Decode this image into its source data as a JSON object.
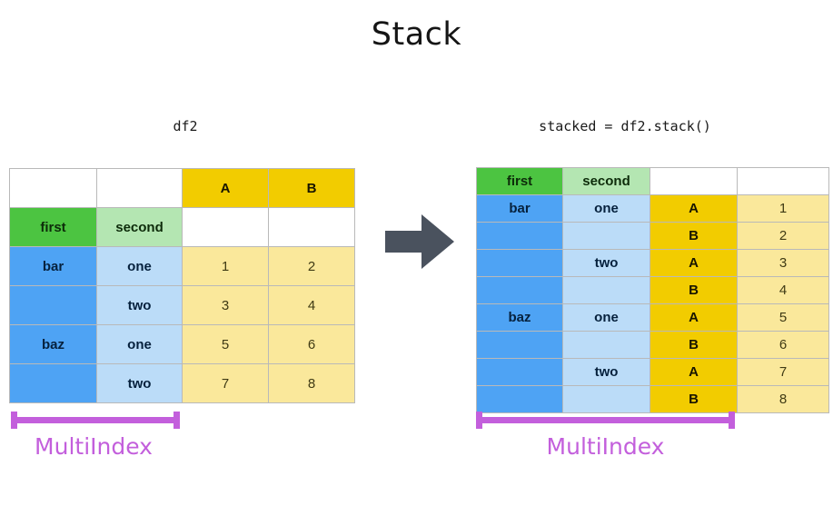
{
  "title": "Stack",
  "left_panel": {
    "caption": "df2",
    "multiindex_label": "MultiIndex",
    "table": {
      "header_cols": [
        "A",
        "B"
      ],
      "index_names": [
        "first",
        "second"
      ],
      "rows": [
        {
          "first": "bar",
          "second": "one",
          "values": [
            "1",
            "2"
          ]
        },
        {
          "first": "",
          "second": "two",
          "values": [
            "3",
            "4"
          ]
        },
        {
          "first": "baz",
          "second": "one",
          "values": [
            "5",
            "6"
          ]
        },
        {
          "first": "",
          "second": "two",
          "values": [
            "7",
            "8"
          ]
        }
      ]
    }
  },
  "right_panel": {
    "caption": "stacked = df2.stack()",
    "multiindex_label": "MultiIndex",
    "table": {
      "index_names": [
        "first",
        "second",
        "",
        ""
      ],
      "rows": [
        {
          "first": "bar",
          "second": "one",
          "col": "A",
          "value": "1"
        },
        {
          "first": "",
          "second": "",
          "col": "B",
          "value": "2"
        },
        {
          "first": "",
          "second": "two",
          "col": "A",
          "value": "3"
        },
        {
          "first": "",
          "second": "",
          "col": "B",
          "value": "4"
        },
        {
          "first": "baz",
          "second": "one",
          "col": "A",
          "value": "5"
        },
        {
          "first": "",
          "second": "",
          "col": "B",
          "value": "6"
        },
        {
          "first": "",
          "second": "two",
          "col": "A",
          "value": "7"
        },
        {
          "first": "",
          "second": "",
          "col": "B",
          "value": "8"
        }
      ]
    }
  },
  "arrow": {
    "name": "right-arrow",
    "color": "#4a525e"
  },
  "colors": {
    "gold": "#f2cc00",
    "light_yellow": "#fae89b",
    "green_dark": "#4cc441",
    "green_light": "#b4e6b2",
    "blue": "#4ea3f4",
    "blue_light": "#bbdcf8",
    "purple": "#c35fdc",
    "border": "#b9b9b9",
    "text": "#151515"
  }
}
